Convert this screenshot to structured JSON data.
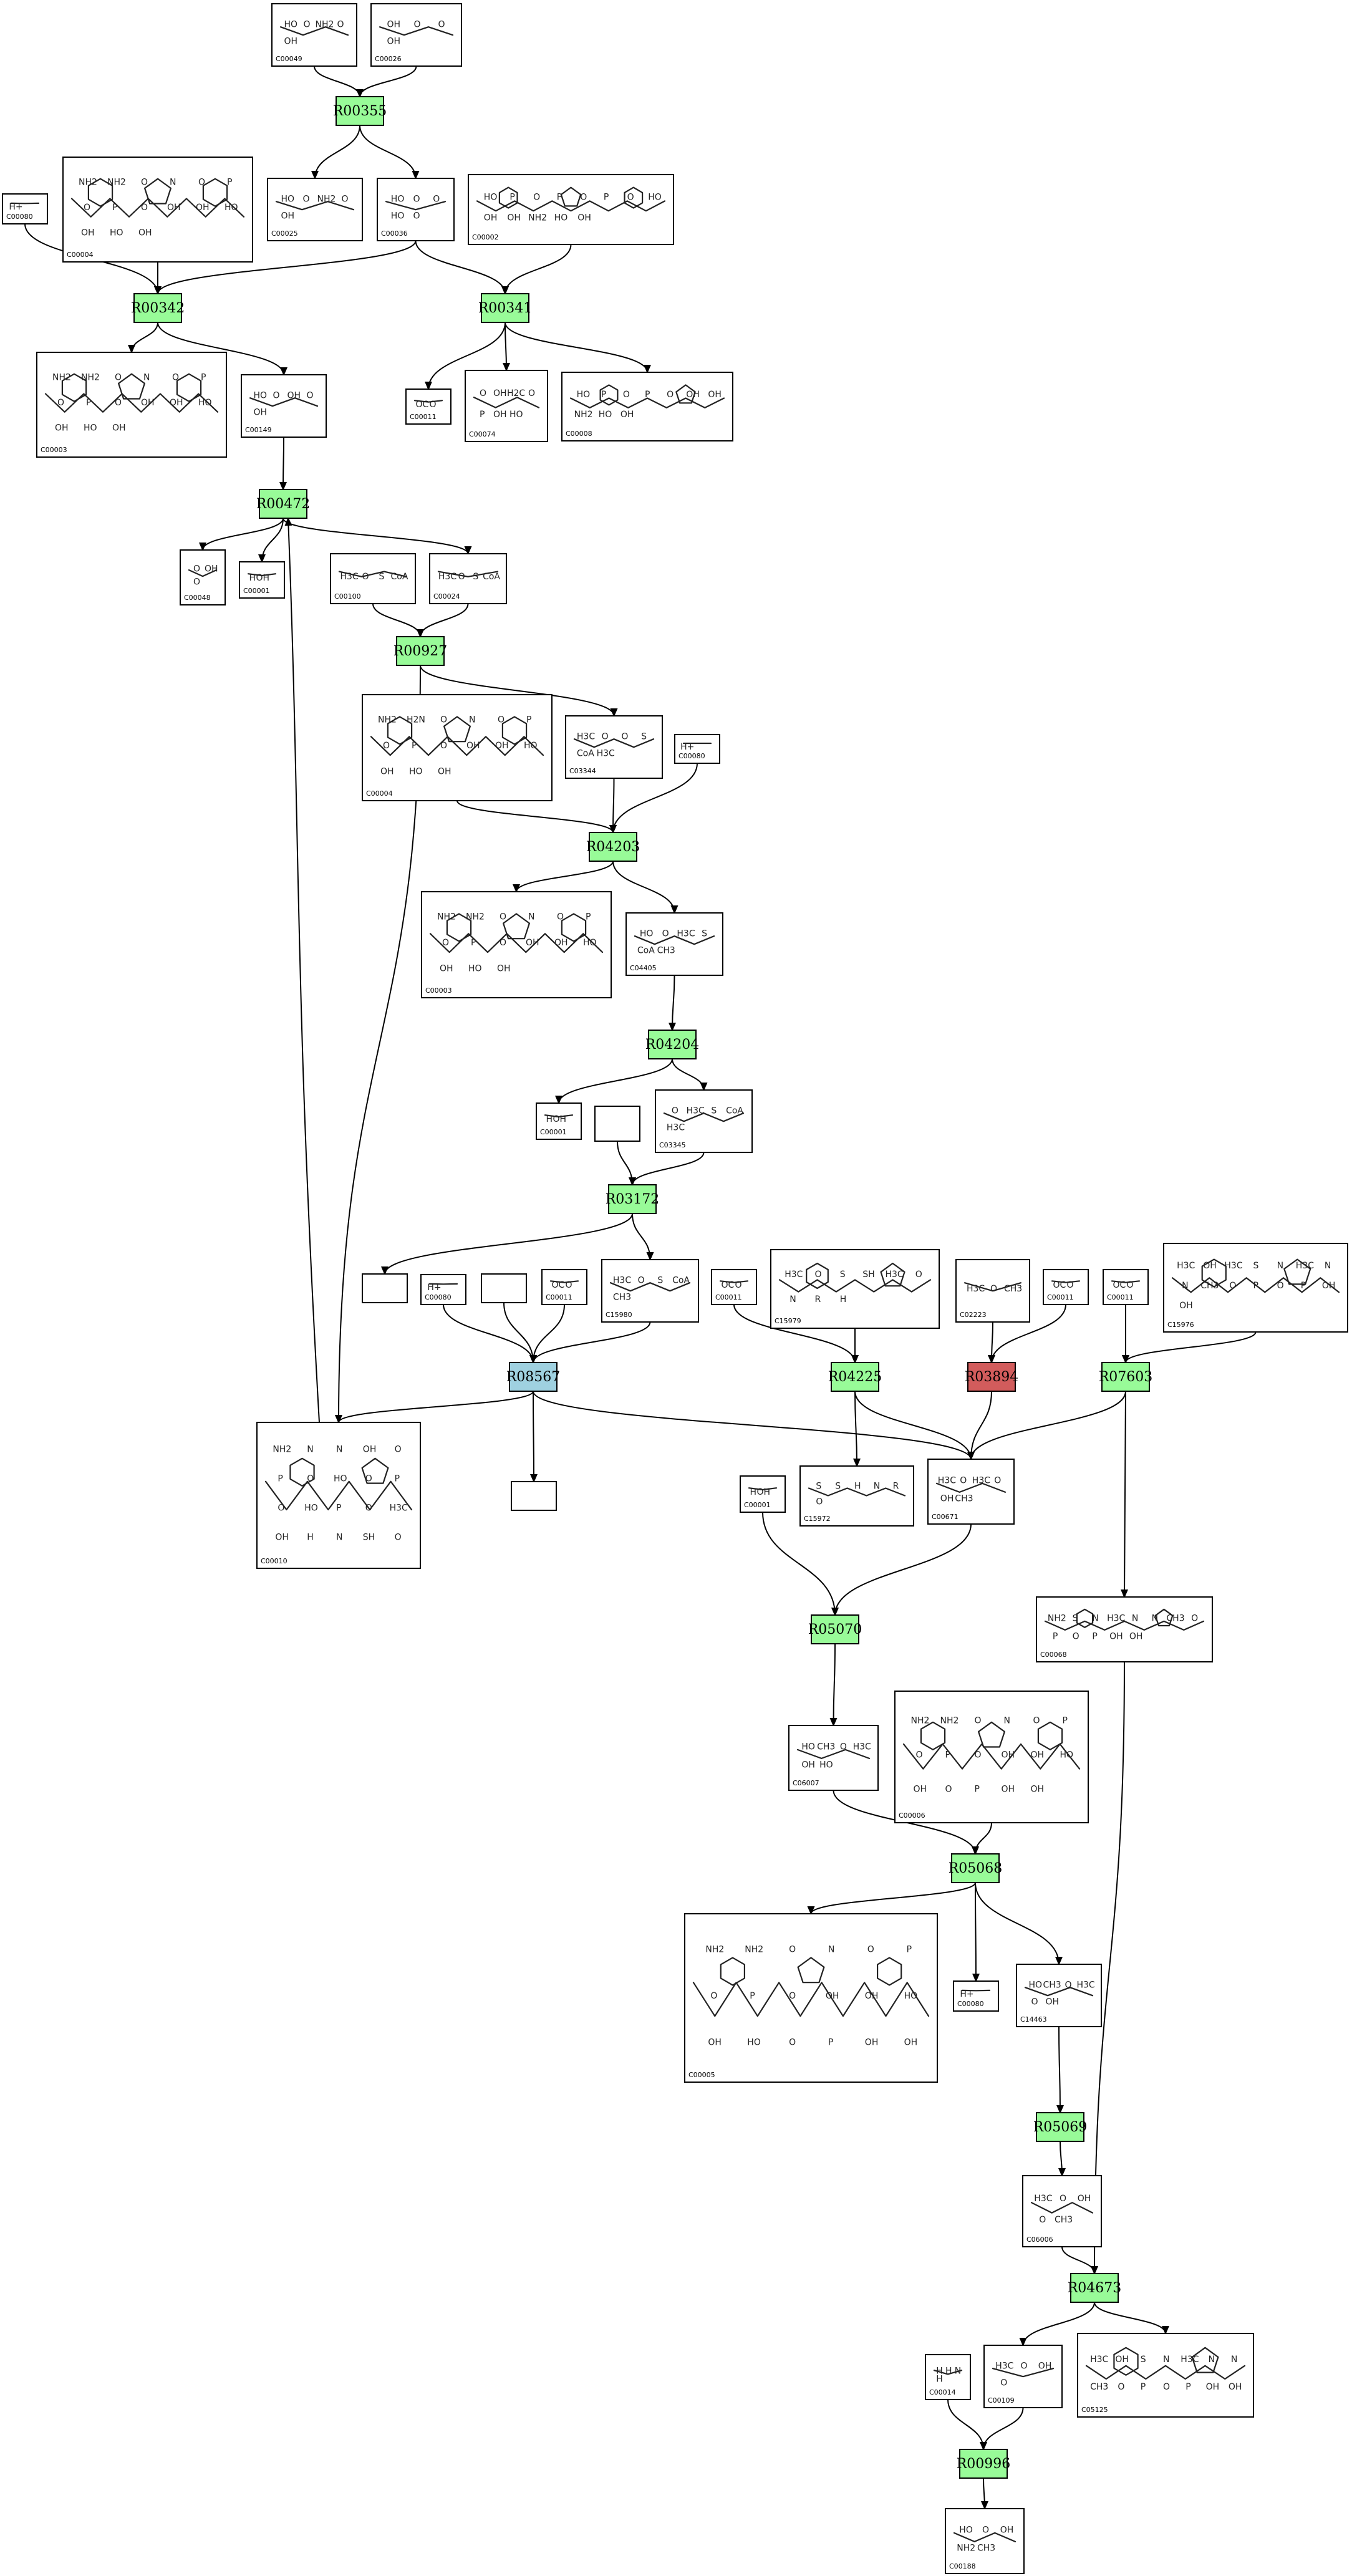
{
  "colors": {
    "reaction_default": "#98fb98",
    "reaction_blue": "#9fd1e0",
    "reaction_red": "#d25c5c"
  },
  "reactions": [
    {
      "id": "R00355",
      "color": "green"
    },
    {
      "id": "R00342",
      "color": "green"
    },
    {
      "id": "R00341",
      "color": "green"
    },
    {
      "id": "R00472",
      "color": "green"
    },
    {
      "id": "R00927",
      "color": "green"
    },
    {
      "id": "R04203",
      "color": "green"
    },
    {
      "id": "R04204",
      "color": "green"
    },
    {
      "id": "R03172",
      "color": "green"
    },
    {
      "id": "R08567",
      "color": "blue"
    },
    {
      "id": "R04225",
      "color": "green"
    },
    {
      "id": "R03894",
      "color": "red"
    },
    {
      "id": "R07603",
      "color": "green"
    },
    {
      "id": "R05070",
      "color": "green"
    },
    {
      "id": "R05068",
      "color": "green"
    },
    {
      "id": "R05069",
      "color": "green"
    },
    {
      "id": "R04673",
      "color": "green"
    },
    {
      "id": "R00996",
      "color": "green"
    }
  ],
  "compounds": [
    {
      "key": "c00049",
      "id": "C00049",
      "atoms": [
        "HO",
        "O",
        "NH2",
        "O",
        "OH"
      ]
    },
    {
      "key": "c00026",
      "id": "C00026",
      "atoms": [
        "OH",
        "O",
        "O",
        "OH"
      ]
    },
    {
      "key": "c00080a",
      "id": "C00080",
      "atoms": [
        "H+"
      ]
    },
    {
      "key": "c00004a",
      "id": "C00004",
      "atoms": [
        "NH2",
        "NH2",
        "O",
        "N",
        "O",
        "P",
        "O",
        "P",
        "O",
        "OH",
        "OH",
        "HO",
        "OH",
        "HO",
        "OH"
      ]
    },
    {
      "key": "c00025",
      "id": "C00025",
      "atoms": [
        "HO",
        "O",
        "NH2",
        "O",
        "OH"
      ]
    },
    {
      "key": "c00036",
      "id": "C00036",
      "atoms": [
        "HO",
        "O",
        "O",
        "HO",
        "O"
      ]
    },
    {
      "key": "c00002",
      "id": "C00002",
      "atoms": [
        "HO",
        "P",
        "O",
        "P",
        "O",
        "P",
        "O",
        "HO",
        "OH",
        "OH",
        "NH2",
        "HO",
        "OH"
      ]
    },
    {
      "key": "c00003a",
      "id": "C00003",
      "atoms": [
        "NH2",
        "NH2",
        "O",
        "N",
        "O",
        "P",
        "O",
        "P",
        "O",
        "OH",
        "OH",
        "HO",
        "OH",
        "HO",
        "OH"
      ]
    },
    {
      "key": "c00149a",
      "id": "C00149",
      "atoms": [
        "HO",
        "O",
        "OH",
        "O",
        "OH"
      ]
    },
    {
      "key": "c00011a",
      "id": "C00011",
      "atoms": [
        "O",
        "C",
        "O"
      ]
    },
    {
      "key": "c00074",
      "id": "C00074",
      "atoms": [
        "O",
        "OH",
        "H2C",
        "O",
        "P",
        "OH",
        "HO"
      ]
    },
    {
      "key": "c00008",
      "id": "C00008",
      "atoms": [
        "HO",
        "P",
        "O",
        "P",
        "O",
        "OH",
        "OH",
        "NH2",
        "HO",
        "OH"
      ]
    },
    {
      "key": "c00048",
      "id": "C00048",
      "atoms": [
        "O",
        "OH",
        "O"
      ]
    },
    {
      "key": "c00001a",
      "id": "C00001",
      "atoms": [
        "H",
        "O",
        "H"
      ]
    },
    {
      "key": "c00100",
      "id": "C00100",
      "atoms": [
        "H3C",
        "O",
        "S",
        "CoA"
      ]
    },
    {
      "key": "c00024",
      "id": "C00024",
      "atoms": [
        "H3C",
        "O",
        "S",
        "CoA"
      ]
    },
    {
      "key": "c00004b",
      "id": "C00004",
      "atoms": [
        "NH2",
        "H2N",
        "O",
        "N",
        "O",
        "P",
        "O",
        "P",
        "O",
        "OH",
        "OH",
        "HO",
        "OH",
        "HO",
        "OH"
      ]
    },
    {
      "key": "c03344",
      "id": "C03344",
      "atoms": [
        "H3C",
        "O",
        "O",
        "S",
        "CoA",
        "H3C"
      ]
    },
    {
      "key": "c00080b",
      "id": "C00080",
      "atoms": [
        "H+"
      ]
    },
    {
      "key": "c00003b",
      "id": "C00003",
      "atoms": [
        "NH2",
        "NH2",
        "O",
        "N",
        "O",
        "P",
        "O",
        "P",
        "O",
        "OH",
        "OH",
        "HO",
        "OH",
        "HO",
        "OH"
      ]
    },
    {
      "key": "c04405",
      "id": "C04405",
      "atoms": [
        "HO",
        "O",
        "H3C",
        "S",
        "CoA",
        "CH3"
      ]
    },
    {
      "key": "c00001b",
      "id": "C00001",
      "atoms": [
        "H",
        "O",
        "H"
      ]
    },
    {
      "key": "c03345",
      "id": "C03345",
      "atoms": [
        "O",
        "H3C",
        "S",
        "CoA",
        "H3C"
      ]
    },
    {
      "key": "c00080c",
      "id": "C00080",
      "atoms": [
        "H+"
      ]
    },
    {
      "key": "c00011b",
      "id": "C00011",
      "atoms": [
        "O",
        "C",
        "O"
      ]
    },
    {
      "key": "c15980",
      "id": "C15980",
      "atoms": [
        "H3C",
        "O",
        "S",
        "CoA",
        "CH3"
      ]
    },
    {
      "key": "c00011c",
      "id": "C00011",
      "atoms": [
        "O",
        "C",
        "O"
      ]
    },
    {
      "key": "c15979",
      "id": "C15979",
      "atoms": [
        "H3C",
        "O",
        "S",
        "SH",
        "H3C",
        "O",
        "N",
        "R",
        "H"
      ]
    },
    {
      "key": "c02223",
      "id": "C02223",
      "atoms": [
        "H3C",
        "O",
        "CH3"
      ]
    },
    {
      "key": "c00011d",
      "id": "C00011",
      "atoms": [
        "O",
        "C",
        "O"
      ]
    },
    {
      "key": "c00011e",
      "id": "C00011",
      "atoms": [
        "O",
        "C",
        "O"
      ]
    },
    {
      "key": "c15976",
      "id": "C15976",
      "atoms": [
        "H3C",
        "OH",
        "H3C",
        "S",
        "N",
        "H3C",
        "N",
        "N",
        "CH3",
        "O",
        "P",
        "O",
        "P",
        "OH",
        "OH"
      ]
    },
    {
      "key": "c00010",
      "id": "C00010",
      "atoms": [
        "NH2",
        "N",
        "N",
        "OH",
        "O",
        "P",
        "O",
        "HO",
        "O",
        "P",
        "O",
        "HO",
        "P",
        "O",
        "H3C",
        "OH",
        "H",
        "N",
        "SH",
        "O"
      ]
    },
    {
      "key": "c15972",
      "id": "C15972",
      "atoms": [
        "S",
        "S",
        "H",
        "N",
        "R",
        "O"
      ]
    },
    {
      "key": "c00001c",
      "id": "C00001",
      "atoms": [
        "H",
        "O",
        "H"
      ]
    },
    {
      "key": "c00671",
      "id": "C00671",
      "atoms": [
        "H3C",
        "O",
        "H3C",
        "O",
        "OH",
        "CH3"
      ]
    },
    {
      "key": "c00068",
      "id": "C00068",
      "atoms": [
        "NH2",
        "S",
        "N",
        "H3C",
        "N",
        "N",
        "CH3",
        "O",
        "P",
        "O",
        "P",
        "OH",
        "OH"
      ]
    },
    {
      "key": "c06007",
      "id": "C06007",
      "atoms": [
        "HO",
        "CH3",
        "O",
        "H3C",
        "OH",
        "HO"
      ]
    },
    {
      "key": "c00006",
      "id": "C00006",
      "atoms": [
        "NH2",
        "NH2",
        "O",
        "N",
        "O",
        "P",
        "O",
        "P",
        "O",
        "OH",
        "OH",
        "HO",
        "OH",
        "O",
        "P",
        "OH",
        "OH"
      ]
    },
    {
      "key": "c00005",
      "id": "C00005",
      "atoms": [
        "NH2",
        "NH2",
        "O",
        "N",
        "O",
        "P",
        "O",
        "P",
        "O",
        "OH",
        "OH",
        "HO",
        "OH",
        "HO",
        "O",
        "P",
        "OH",
        "OH"
      ]
    },
    {
      "key": "c00080d",
      "id": "C00080",
      "atoms": [
        "H+"
      ]
    },
    {
      "key": "c14463",
      "id": "C14463",
      "atoms": [
        "HO",
        "CH3",
        "O",
        "H3C",
        "O",
        "OH"
      ]
    },
    {
      "key": "c06006",
      "id": "C06006",
      "atoms": [
        "H3C",
        "O",
        "OH",
        "O",
        "CH3"
      ]
    },
    {
      "key": "c00014",
      "id": "C00014",
      "atoms": [
        "H",
        "H",
        "N",
        "H"
      ]
    },
    {
      "key": "c00109",
      "id": "C00109",
      "atoms": [
        "H3C",
        "O",
        "OH",
        "O"
      ]
    },
    {
      "key": "c05125",
      "id": "C05125",
      "atoms": [
        "H3C",
        "OH",
        "S",
        "N",
        "H3C",
        "N",
        "N",
        "CH3",
        "O",
        "P",
        "O",
        "P",
        "OH",
        "OH"
      ]
    },
    {
      "key": "c00188",
      "id": "C00188",
      "atoms": [
        "HO",
        "O",
        "OH",
        "NH2",
        "CH3"
      ]
    },
    {
      "key": "blank1",
      "id": "",
      "atoms": []
    },
    {
      "key": "blank2",
      "id": "",
      "atoms": []
    },
    {
      "key": "blank3",
      "id": "",
      "atoms": []
    },
    {
      "key": "blank4",
      "id": "",
      "atoms": []
    }
  ]
}
